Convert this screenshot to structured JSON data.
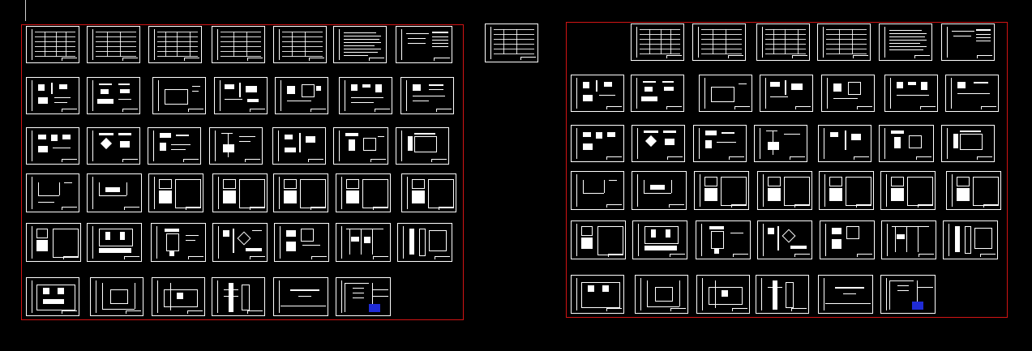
{
  "canvas": {
    "background": "#000000",
    "frame_color": "#d11414",
    "line_color": "#ffffff",
    "highlight_color": "#1f2bd6"
  },
  "viewport": {
    "regions": [
      {
        "name": "left-drawing-set",
        "rows": [
          7,
          7,
          7,
          7,
          7,
          6
        ]
      },
      {
        "name": "right-drawing-set",
        "rows": [
          6,
          7,
          7,
          7,
          7,
          6
        ]
      }
    ],
    "floating_sheets": 1
  },
  "cover_sheet": {
    "title_text": "",
    "subtitle_text": ""
  }
}
